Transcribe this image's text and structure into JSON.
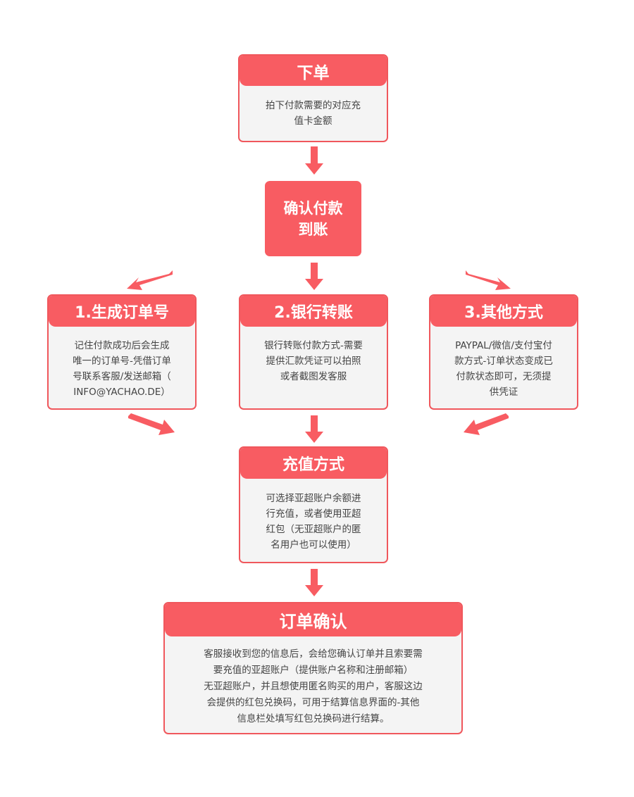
{
  "steps": {
    "order": {
      "title": "下单",
      "text": "拍下付款需要的对应充\n值卡金额"
    },
    "confirm_payment": {
      "title": "确认付款\n到账"
    },
    "method_1": {
      "title": "1.生成订单号",
      "text": "记住付款成功后会生成\n唯一的订单号-凭借订单\n号联系客服/发送邮箱（\nINFO@YACHAO.DE）"
    },
    "method_2": {
      "title": "2.银行转账",
      "text": "银行转账付款方式-需要\n提供汇款凭证可以拍照\n或者截图发客服"
    },
    "method_3": {
      "title": "3.其他方式",
      "text": "PAYPAL/微信/支付宝付\n款方式-订单状态变成已\n付款状态即可，无须提\n供凭证"
    },
    "recharge": {
      "title": "充值方式",
      "text": "可选择亚超账户余额进\n行充值，或者使用亚超\n红包（无亚超账户的匿\n名用户也可以使用）"
    },
    "order_confirm": {
      "title": "订单确认",
      "text": "客服接收到您的信息后，会给您确认订单并且索要需\n要充值的亚超账户（提供账户名称和注册邮箱）\n无亚超账户，并且想使用匿名购买的用户，客服这边\n会提供的红包兑换码，可用于结算信息界面的-其他\n信息栏处填写红包兑换码进行结算。"
    }
  },
  "colors": {
    "accent": "#f85c62",
    "border": "#f0575c",
    "box_bg": "#f4f4f4",
    "text": "#444444"
  }
}
